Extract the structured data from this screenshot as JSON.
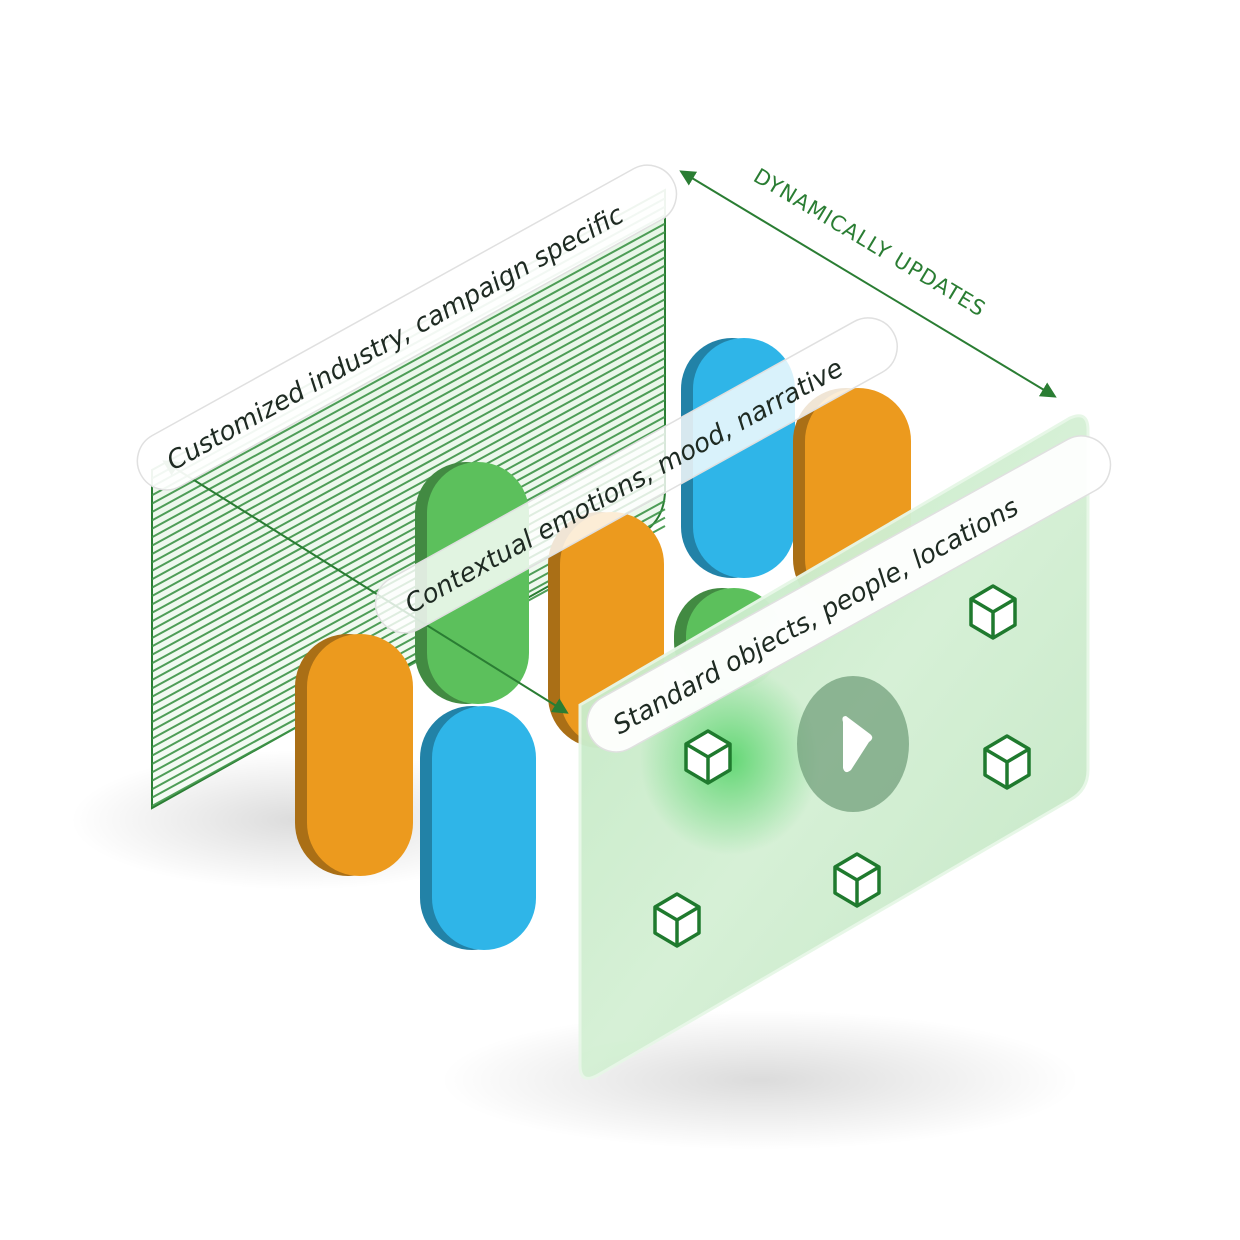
{
  "diagram": {
    "layers": [
      {
        "id": "custom",
        "label": "Customized industry, campaign specific"
      },
      {
        "id": "context",
        "label": "Contextual emotions, mood, narrative"
      },
      {
        "id": "standard",
        "label": "Standard objects, people, locations"
      }
    ],
    "connector_label": "DYNAMICALLY UPDATES",
    "icons": {
      "cube": "cube-icon",
      "play": "play-icon"
    },
    "colors": {
      "green_dark": "#2a7d33",
      "green_fill": "#5cc05c",
      "orange": "#ec9a1e",
      "blue": "#2fb5e8",
      "panel_tint": "#cdeccf"
    }
  }
}
